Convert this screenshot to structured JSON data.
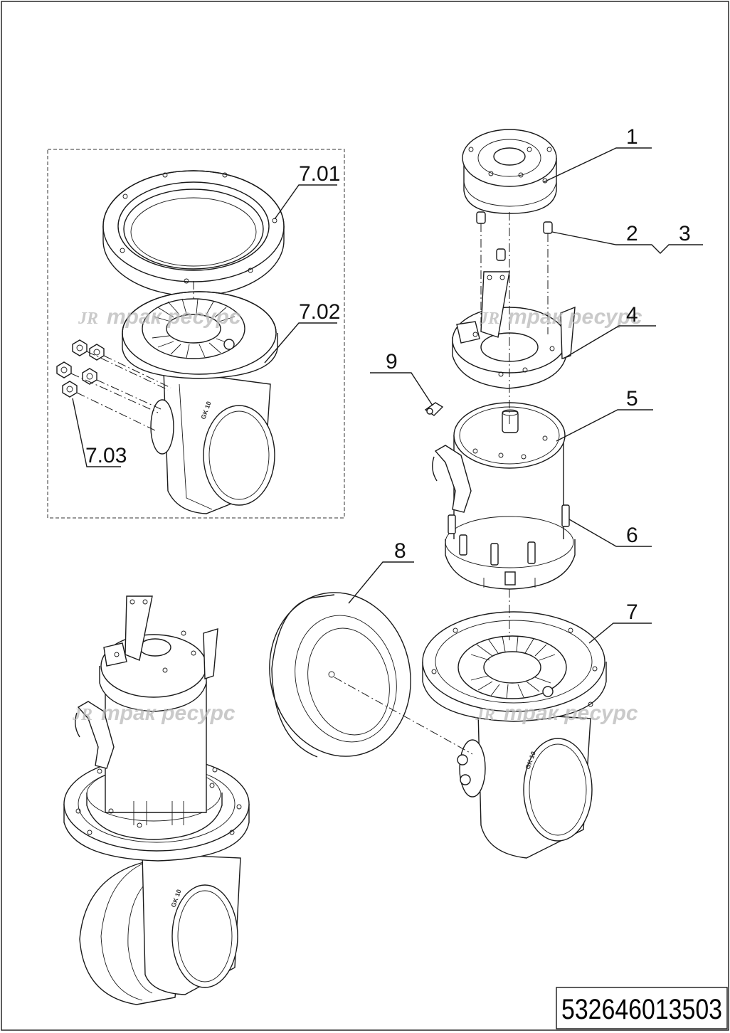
{
  "labels": {
    "p1": "1",
    "p2": "2",
    "p3": "3",
    "p4": "4",
    "p5": "5",
    "p6": "6",
    "p7": "7",
    "p8": "8",
    "p9": "9",
    "p701": "7.01",
    "p702": "7.02",
    "p703": "7.03"
  },
  "watermark": {
    "logo": "JR",
    "text": "трак ресурс"
  },
  "part_number": "532646013503",
  "housing_mark": "GK 10"
}
